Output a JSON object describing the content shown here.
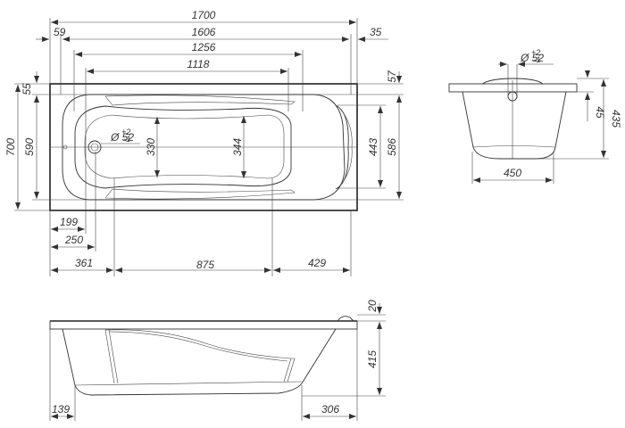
{
  "top_view": {
    "overall_length": "1700",
    "inner_length": "1606",
    "left_rim": "59",
    "right_rim": "35",
    "basin_length_top": "1256",
    "basin_length_bottom": "1118",
    "overall_width": "700",
    "inner_width": "590",
    "side_rim_left": "55",
    "side_rim_right": "57",
    "headrest_width_outer": "586",
    "headrest_width_inner": "443",
    "bottom_width_left": "330",
    "bottom_width_right": "344",
    "drain_label": "Ø 52",
    "drain_tol_plus": "+2",
    "drain_tol_minus": "-1",
    "drain_offset_1": "199",
    "drain_offset_2": "250",
    "segment_left": "361",
    "segment_middle": "875",
    "segment_right": "429"
  },
  "end_view": {
    "drain_label": "Ø 52",
    "drain_tol_plus": "+2",
    "drain_tol_minus": "-1",
    "rim_height": "45",
    "total_height": "435",
    "bottom_width": "450"
  },
  "side_view": {
    "headrest_height": "20",
    "depth": "415",
    "left_offset": "139",
    "right_offset": "306"
  }
}
